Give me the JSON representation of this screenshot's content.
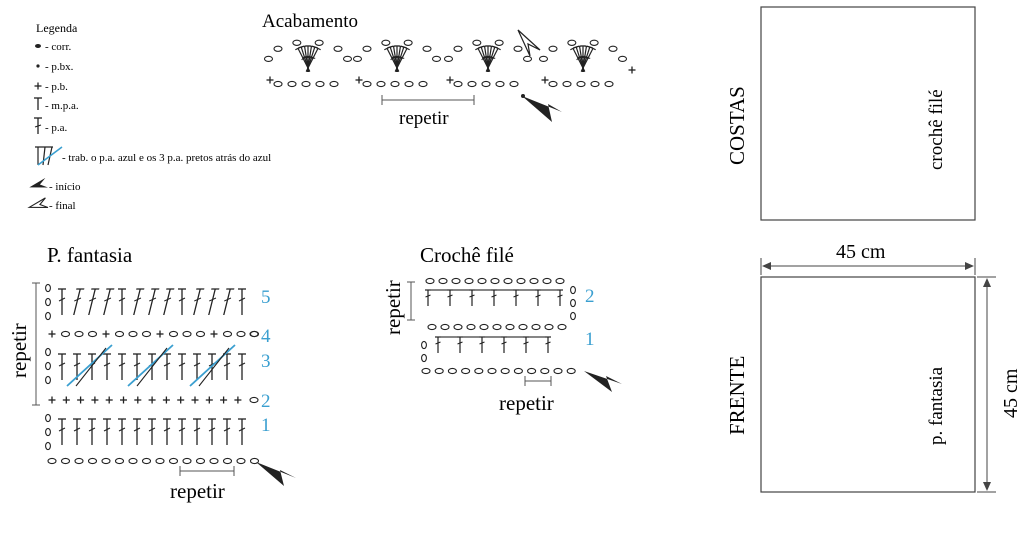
{
  "legend": {
    "title": "Legenda",
    "items": [
      {
        "icon": "chain-symbol-icon",
        "label": "- corr."
      },
      {
        "icon": "slip-stitch-symbol-icon",
        "label": "- p.bx."
      },
      {
        "icon": "single-crochet-symbol-icon",
        "label": "- p.b."
      },
      {
        "icon": "half-double-crochet-symbol-icon",
        "label": "- m.p.a."
      },
      {
        "icon": "double-crochet-symbol-icon",
        "label": "- p.a."
      },
      {
        "icon": "crossed-stitches-symbol-icon",
        "label": "- trab. o p.a. azul e os 3 p.a. pretos atrás do azul"
      },
      {
        "icon": "start-arrow-icon",
        "label": "- início"
      },
      {
        "icon": "end-arrow-icon",
        "label": "- final"
      }
    ]
  },
  "acabamento": {
    "title": "Acabamento",
    "repeat_label": "repetir"
  },
  "fantasia": {
    "title": "P. fantasia",
    "row_numbers": [
      "5",
      "4",
      "3",
      "2",
      "1"
    ],
    "repeat_vertical": "repetir",
    "repeat_bottom": "repetir"
  },
  "file": {
    "title": "Crochê filé",
    "row_numbers": [
      "2",
      "1"
    ],
    "repeat_vertical": "repetir",
    "repeat_bottom": "repetir"
  },
  "panels": {
    "back": {
      "side_label": "COSTAS",
      "inner_label": "crochê filé"
    },
    "front": {
      "side_label": "FRENTE",
      "inner_label": "p. fantasia",
      "width_label": "45 cm",
      "height_label": "45 cm"
    }
  },
  "colors": {
    "ink": "#222222",
    "accent_blue": "#3a9fd0"
  }
}
